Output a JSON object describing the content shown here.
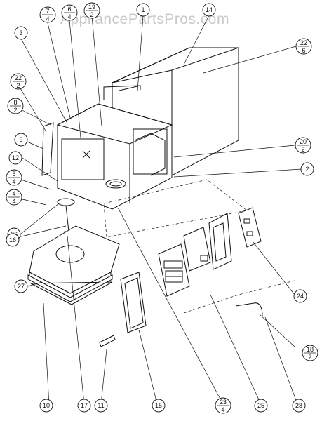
{
  "watermark": {
    "text": "AppliancePartsPros.com"
  },
  "callouts": {
    "c_7_4": {
      "num": "7",
      "den": "4"
    },
    "c_6_4": {
      "num": "6",
      "den": "4"
    },
    "c_19_2": {
      "num": "19",
      "den": "2"
    },
    "c_1": {
      "label": "1"
    },
    "c_14": {
      "label": "14"
    },
    "c_22_6": {
      "num": "22",
      "den": "6"
    },
    "c_3": {
      "label": "3"
    },
    "c_22_2": {
      "num": "22",
      "den": "2"
    },
    "c_8_2": {
      "num": "8",
      "den": "2"
    },
    "c_9": {
      "label": "9"
    },
    "c_12": {
      "label": "12"
    },
    "c_20_2": {
      "num": "20",
      "den": "2"
    },
    "c_2": {
      "label": "2"
    },
    "c_5_4": {
      "num": "5",
      "den": "4"
    },
    "c_4_4": {
      "num": "4",
      "den": "4"
    },
    "c_26": {
      "label": "26"
    },
    "c_16": {
      "label": "16"
    },
    "c_27": {
      "label": "27"
    },
    "c_24": {
      "label": "24"
    },
    "c_18_2": {
      "num": "18",
      "den": "2"
    },
    "c_10": {
      "label": "10"
    },
    "c_17": {
      "label": "17"
    },
    "c_11": {
      "label": "11"
    },
    "c_15": {
      "label": "15"
    },
    "c_23_4": {
      "num": "23",
      "den": "4"
    },
    "c_25": {
      "label": "25"
    },
    "c_28": {
      "label": "28"
    }
  }
}
